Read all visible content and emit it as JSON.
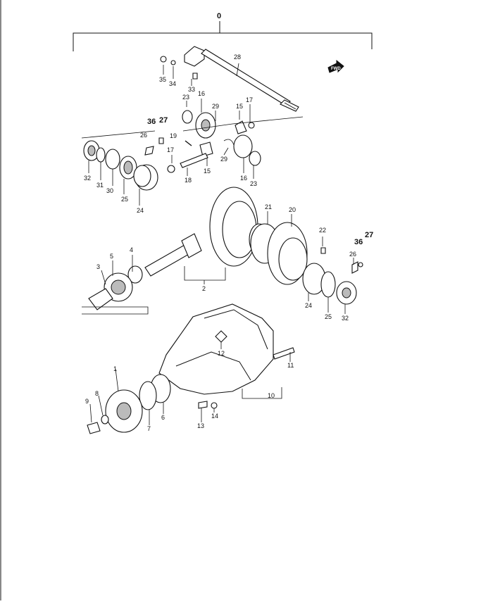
{
  "diagram": {
    "assembly_label": "0",
    "direction_arrow_text": "FWD",
    "callouts": {
      "p1": "1",
      "p2": "2",
      "p3": "3",
      "p4": "4",
      "p5": "5",
      "p6": "6",
      "p7": "7",
      "p8": "8",
      "p9": "9",
      "p10": "10",
      "p11": "11",
      "p12": "12",
      "p13": "13",
      "p14": "14",
      "p15a": "15",
      "p15b": "15",
      "p16a": "16",
      "p16b": "16",
      "p17a": "17",
      "p17b": "17",
      "p18": "18",
      "p19": "19",
      "p20": "20",
      "p21": "21",
      "p22": "22",
      "p23a": "23",
      "p23b": "23",
      "p24a": "24",
      "p24b": "24",
      "p25a": "25",
      "p25b": "25",
      "p26a": "26",
      "p26b": "26",
      "p27a": "27",
      "p27b": "27",
      "p28": "28",
      "p29a": "29",
      "p29b": "29",
      "p30": "30",
      "p31": "31",
      "p32a": "32",
      "p32b": "32",
      "p33": "33",
      "p34": "34",
      "p35": "35",
      "p36a": "36",
      "p36b": "36"
    }
  }
}
